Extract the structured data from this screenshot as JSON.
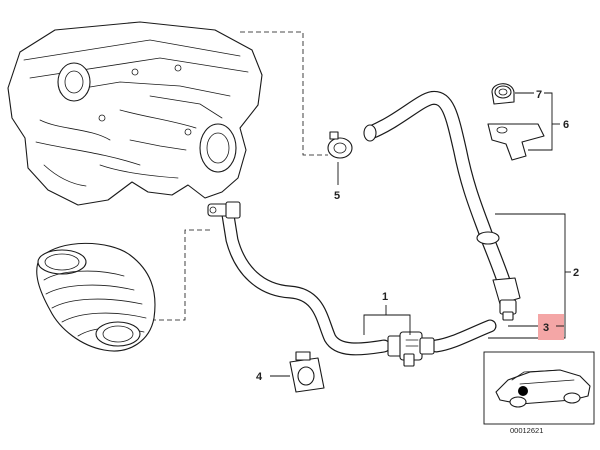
{
  "callouts": {
    "c1": "1",
    "c2": "2",
    "c3": "3",
    "c4": "4",
    "c5": "5",
    "c6": "6",
    "c7": "7"
  },
  "highlight_color": "#f4a6a6",
  "diagram_code": "00012621"
}
